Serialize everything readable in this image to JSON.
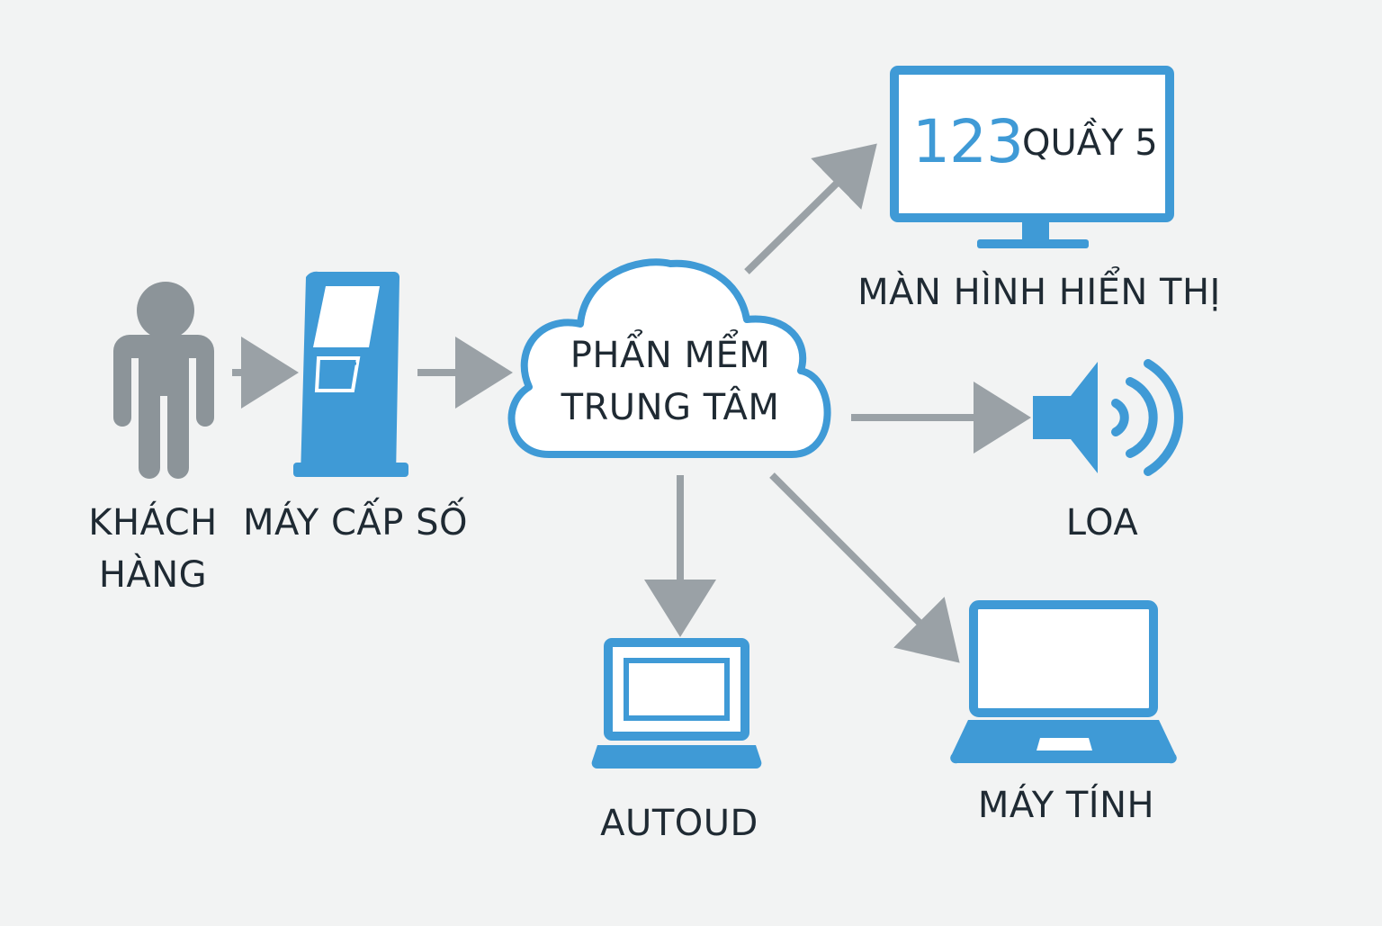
{
  "colors": {
    "background": "#f2f3f3",
    "accent_blue": "#3f9ad6",
    "person_gray": "#8c9499",
    "arrow_gray": "#9aa1a6",
    "text_dark": "#1f2a33"
  },
  "nodes": {
    "customer": {
      "label": "KHÁCH\nHÀNG",
      "icon": "person-icon"
    },
    "kiosk": {
      "label": "MÁY CẤP SỐ",
      "icon": "ticket-kiosk-icon"
    },
    "cloud": {
      "label": "PHẨN MỂM\nTRUNG TÂM",
      "icon": "cloud-icon"
    },
    "monitor": {
      "label": "MÀN HÌNH HIỂN THỊ",
      "icon": "monitor-icon",
      "screen_number": "123",
      "screen_counter": "QUẦY 5"
    },
    "speaker": {
      "label": "LOA",
      "icon": "speaker-icon"
    },
    "laptop_small": {
      "label": "AUTOUD",
      "icon": "laptop-icon"
    },
    "laptop_large": {
      "label": "MÁY TÍNH",
      "icon": "laptop-icon"
    }
  },
  "edges": [
    {
      "from": "customer",
      "to": "kiosk"
    },
    {
      "from": "kiosk",
      "to": "cloud"
    },
    {
      "from": "cloud",
      "to": "monitor"
    },
    {
      "from": "cloud",
      "to": "speaker"
    },
    {
      "from": "cloud",
      "to": "laptop_small"
    },
    {
      "from": "cloud",
      "to": "laptop_large"
    }
  ]
}
